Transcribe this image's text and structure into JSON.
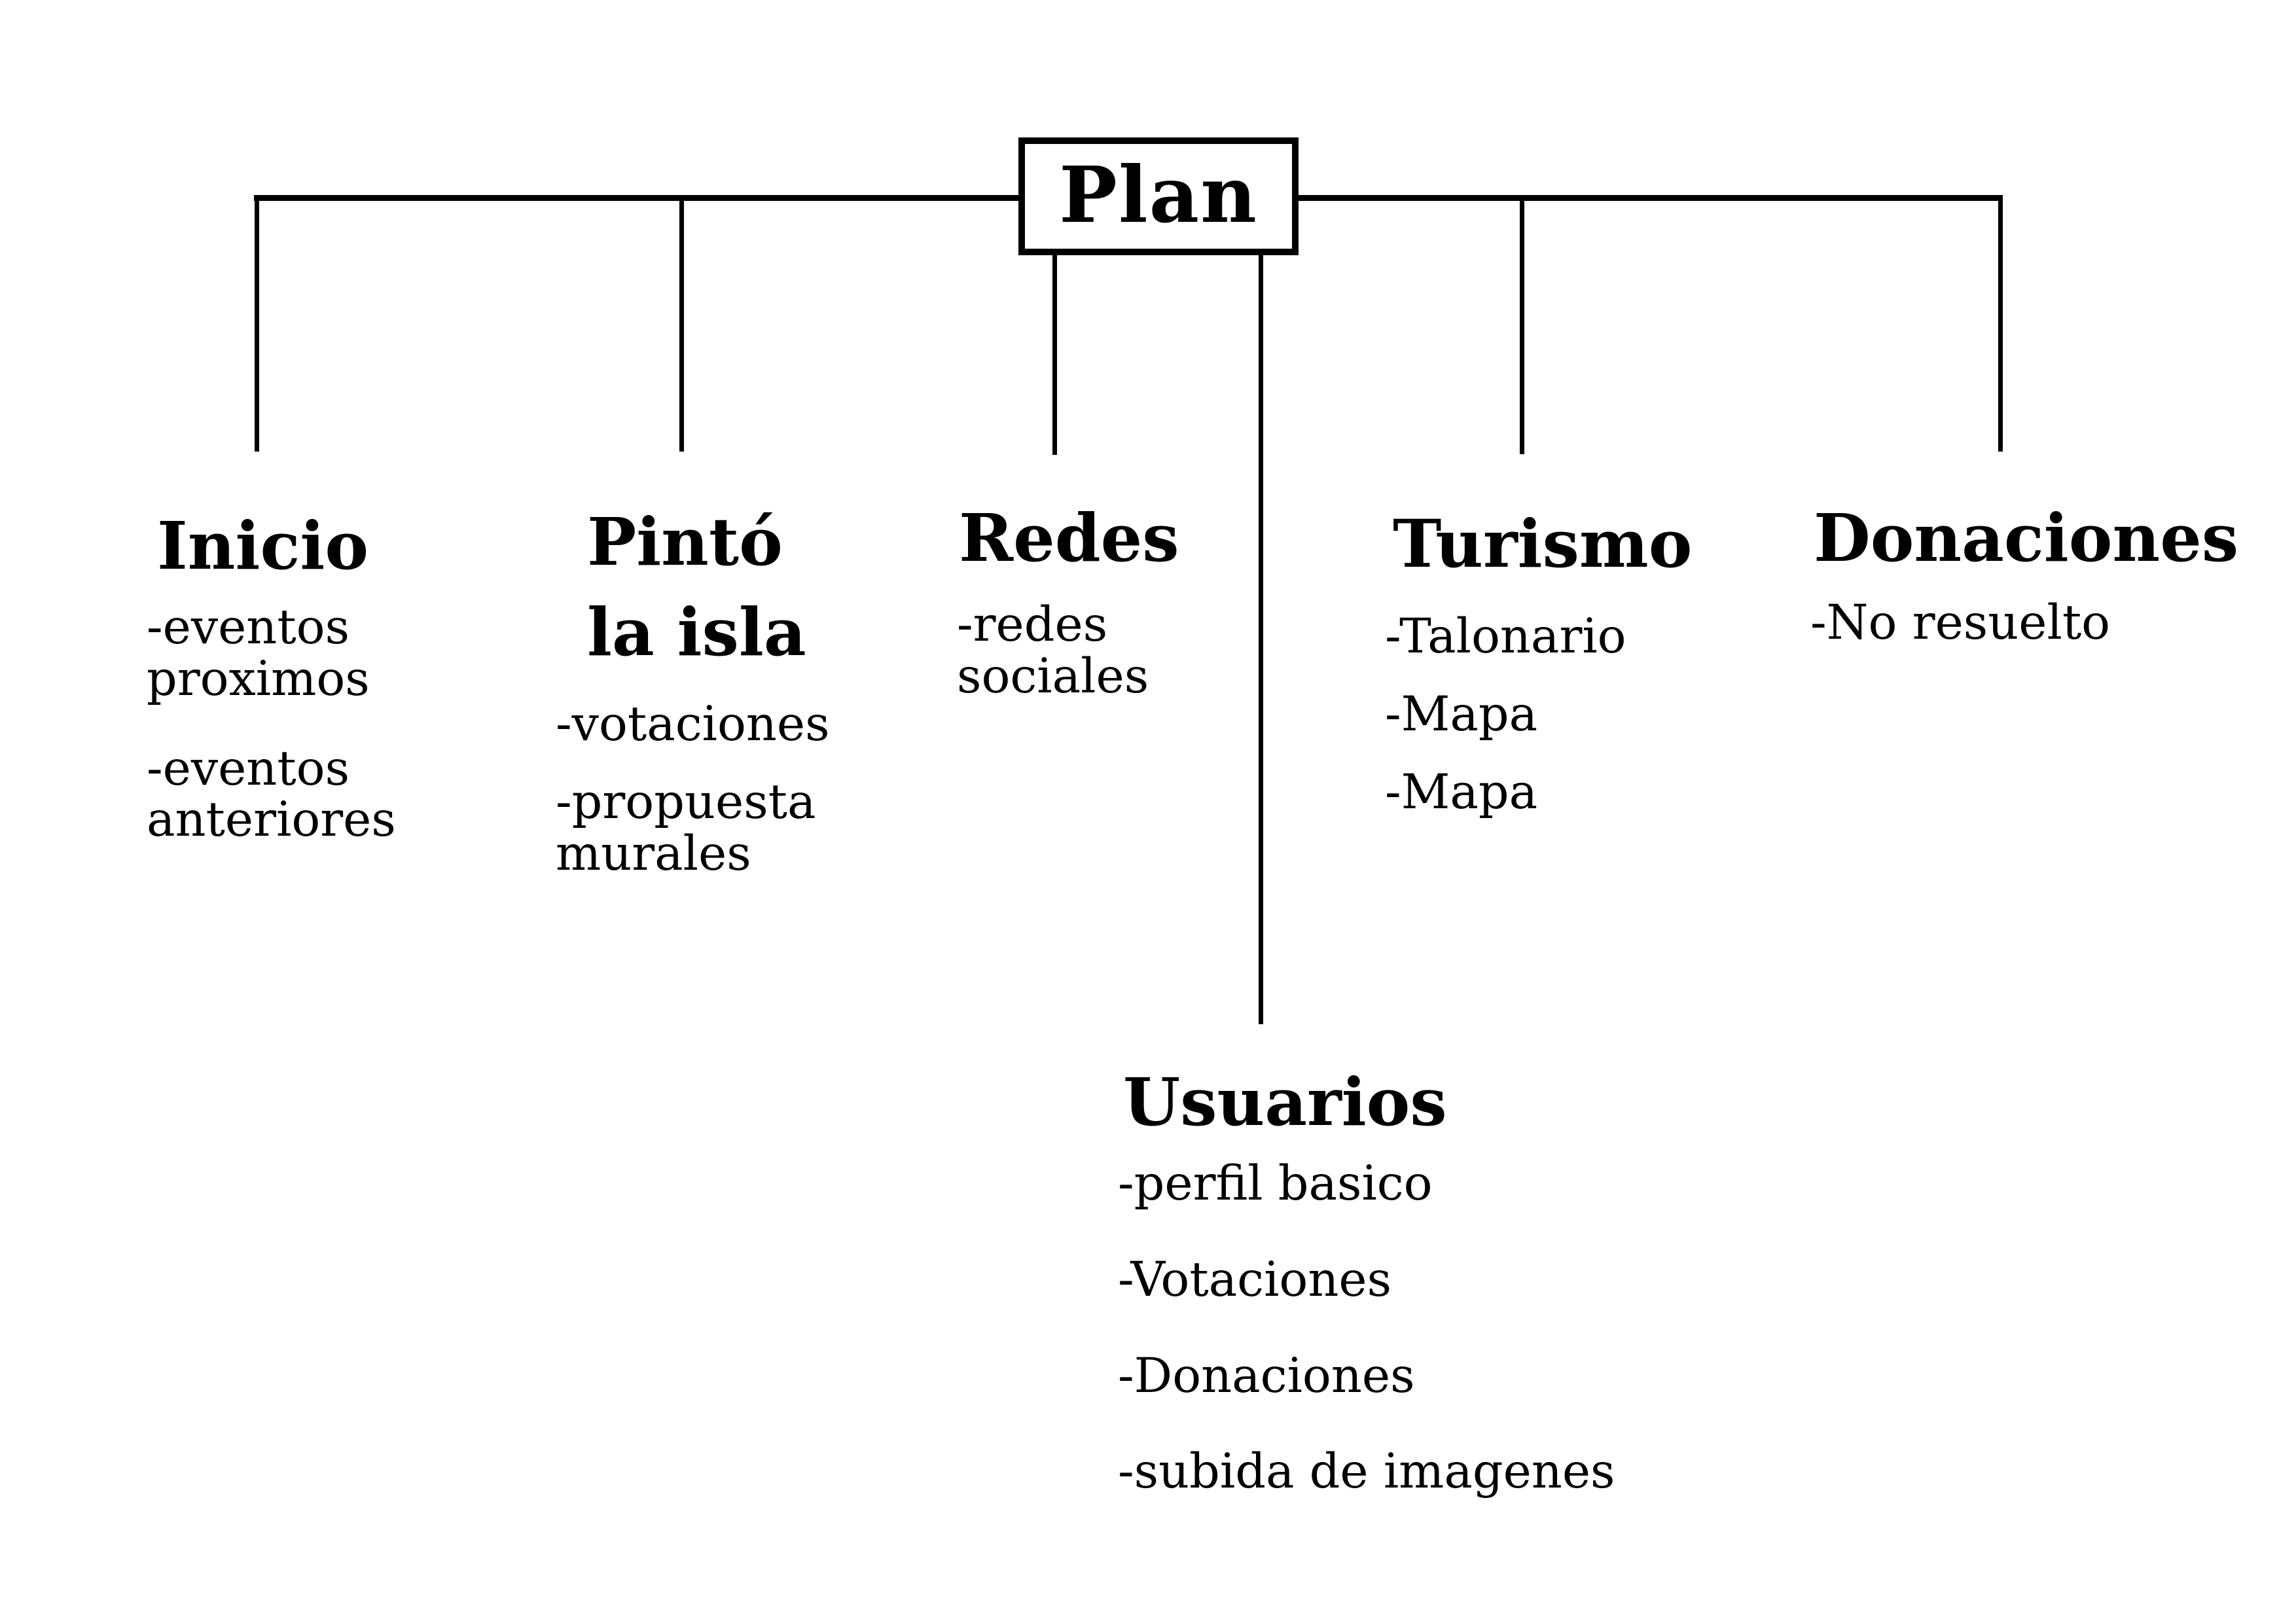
{
  "diagram": {
    "title": "Plan sitemap tree",
    "colors": {
      "line": "#000000",
      "background": "#ffffff",
      "text": "#000000"
    },
    "root": {
      "label": "Plan"
    },
    "sections": [
      {
        "id": "inicio",
        "heading": "Inicio",
        "items": [
          "-eventos\nproximos",
          "-eventos\nanteriores"
        ]
      },
      {
        "id": "pinto-la-isla",
        "heading": "Pintó\nla isla",
        "items": [
          "-votaciones",
          "-propuesta\nmurales"
        ]
      },
      {
        "id": "redes",
        "heading": "Redes",
        "items": [
          "-redes\nsociales"
        ]
      },
      {
        "id": "usuarios",
        "heading": "Usuarios",
        "items": [
          "-perfil basico",
          "-Votaciones",
          "-Donaciones",
          "-subida de imagenes"
        ]
      },
      {
        "id": "turismo",
        "heading": "Turismo",
        "items": [
          "-Talonario",
          "-Mapa",
          "-Mapa"
        ]
      },
      {
        "id": "donaciones",
        "heading": "Donaciones",
        "items": [
          "-No resuelto"
        ]
      }
    ]
  }
}
